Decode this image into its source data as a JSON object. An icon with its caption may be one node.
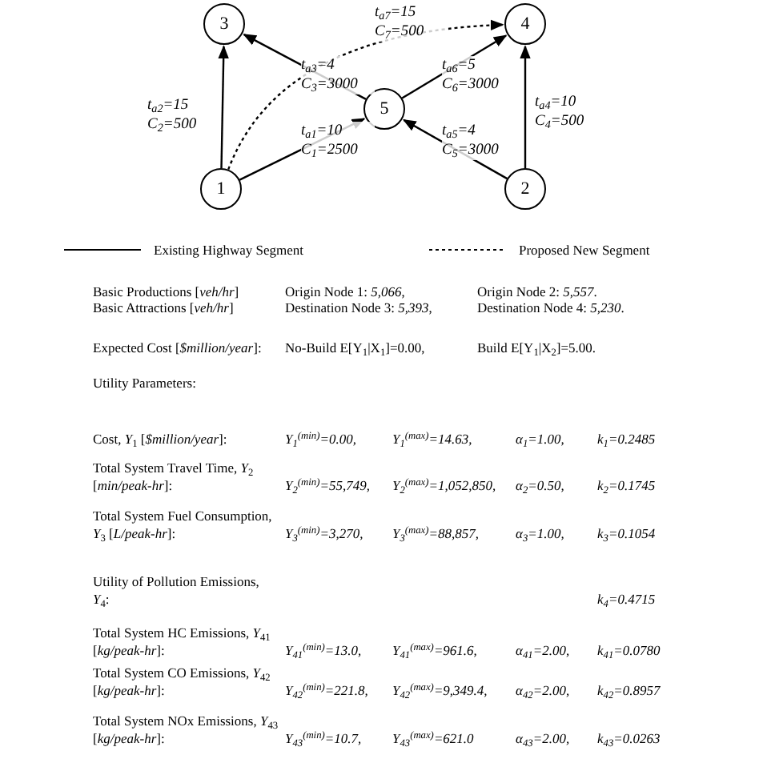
{
  "diagram": {
    "nodes": [
      {
        "text": [
          "3"
        ]
      },
      {
        "text": [
          "4"
        ]
      },
      {
        "text": [
          "5"
        ]
      },
      {
        "text": [
          "1"
        ]
      },
      {
        "text": [
          "2"
        ]
      }
    ],
    "edges": [
      {
        "from": 3,
        "to": 0,
        "arrow": "to",
        "label": "t$_{a2}$=15 C$_{2}$=500"
      },
      {
        "from": 3,
        "to": 2,
        "arrow": "to",
        "label": "t$_{a1}$=10 C$_{1}$=2500"
      },
      {
        "from": 2,
        "to": 0,
        "arrow": "to",
        "label": "t$_{a3}$=4 C$_{3}$=3000"
      },
      {
        "from": 3,
        "to": 1,
        "arrow": "to",
        "style": "dashed",
        "label": "t$_{a7}$=15 C$_{7}$=500"
      },
      {
        "from": 2,
        "to": 1,
        "arrow": "to",
        "label": "t$_{a6}$=5 C$_{6}$=3000"
      },
      {
        "from": 4,
        "to": 2,
        "arrow": "to",
        "label": "t$_{a5}$=4 C$_{5}$=3000"
      },
      {
        "from": 4,
        "to": 1,
        "arrow": "to",
        "label": "t$_{a4}$=10 C$_{4}$=500"
      }
    ],
    "labels": [
      "Basic Productions [*veh/hr*]",
      "Origin Node 1: *5,066*,",
      "Origin Node 2: *5,557*.",
      "Basic Attractions [*veh/hr*]",
      "Destination Node 3: *5,393*,",
      "Destination Node 4: *5,230*.",
      "Expected Cost [*$million/year*]:",
      "No-Build E[Y$_{1}$|X$_{1}$]=0.00,",
      "Build E[Y$_{1}$|X$_{2}$]=5.00.",
      "Utility Parameters:",
      "Cost, *Y*$_{1}$ [*$million/year*]:",
      "Y$_{1}$$^{(min)}$=0.00,",
      "Y$_{1}$$^{(max)}$=14.63,",
      "α$_{1}$=1.00,",
      "k$_{1}$=0.2485",
      "Total System Travel Time, *Y*$_{2}$ [*min/peak-hr*]:",
      "Y$_{2}$$^{(min)}$=55,749,",
      "Y$_{2}$$^{(max)}$=1,052,850,",
      "α$_{2}$=0.50,",
      "k$_{2}$=0.1745",
      "Total System Fuel Consumption, *Y*$_{3}$ [*L/peak-hr*]:",
      "Y$_{3}$$^{(min)}$=3,270,",
      "Y$_{3}$$^{(max)}$=88,857,",
      "α$_{3}$=1.00,",
      "k$_{3}$=0.1054",
      "Utility of Pollution Emissions, *Y*$_{4}$:",
      "k$_{4}$=0.4715",
      "Total System HC Emissions, *Y*$_{41}$ [*kg/peak-hr*]:",
      "Y$_{41}$$^{(min)}$=13.0,",
      "Y$_{41}$$^{(max)}$=961.6,",
      "α$_{41}$=2.00,",
      "k$_{41}$=0.0780",
      "Total System CO Emissions, *Y*$_{42}$ [*kg/peak-hr*]:",
      "Y$_{42}$$^{(min)}$=221.8,",
      "Y$_{42}$$^{(max)}$=9,349.4,",
      "α$_{42}$=2.00,",
      "k$_{42}$=0.8957",
      "Total System NOx Emissions, *Y*$_{43}$ [*kg/peak-hr*]:",
      "Y$_{43}$$^{(min)}$=10.7,",
      "Y$_{43}$$^{(max)}$=621.0",
      "α$_{43}$=2.00,",
      "k$_{43}$=0.0263"
    ],
    "legend": [
      {
        "text": "Existing Highway Segment"
      },
      {
        "text": "Proposed New Segment"
      }
    ]
  }
}
